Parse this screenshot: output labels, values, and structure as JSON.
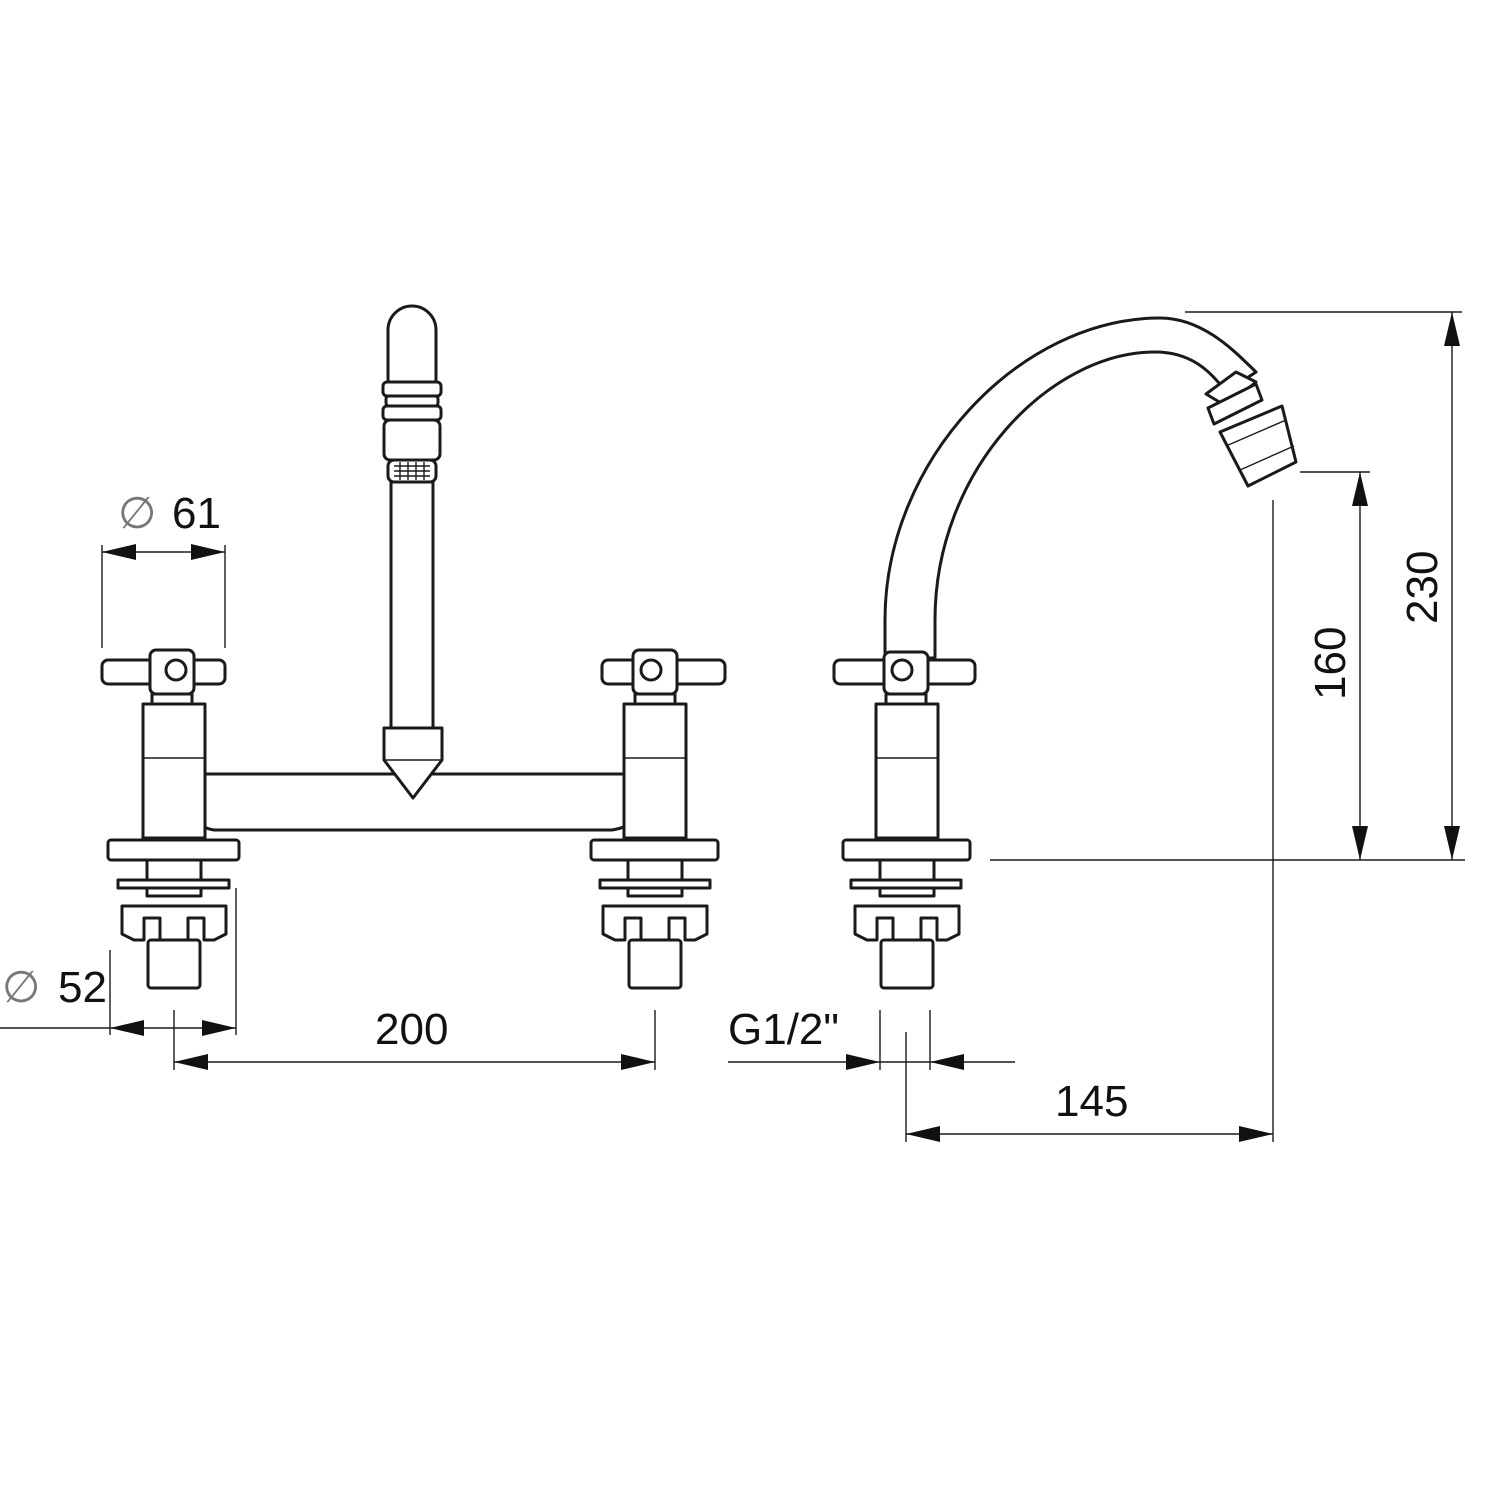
{
  "dimensions": {
    "handle_diameter": {
      "symbol": "∅",
      "value": "61"
    },
    "base_diameter": {
      "symbol": "∅",
      "value": "52"
    },
    "center_distance": "200",
    "thread": "G1/2\"",
    "spout_reach": "145",
    "spout_outlet_height": "160",
    "spout_total_height": "230"
  },
  "colors": {
    "line": "#1a1a1a",
    "background": "#ffffff"
  }
}
